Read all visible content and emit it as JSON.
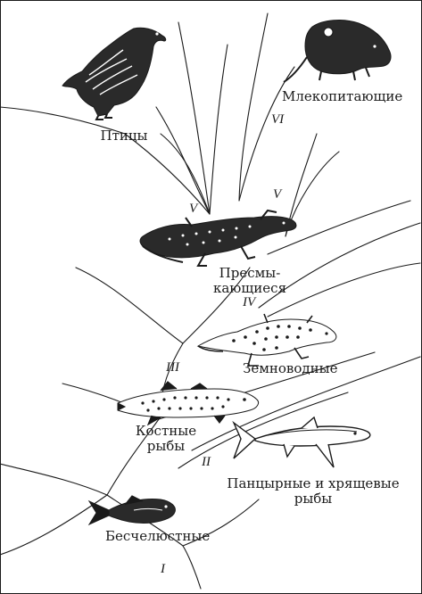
{
  "groups": {
    "birds": "Птицы",
    "mammals": "Млекопитающие",
    "reptiles_line1": "Пресмы-",
    "reptiles_line2": "кающиеся",
    "amphibians": "Земноводные",
    "bony_fish_line1": "Костные",
    "bony_fish_line2": "рыбы",
    "armored_fish_line1": "Панцырные и хрящевые",
    "armored_fish_line2": "рыбы",
    "jawless": "Бесчелюстные"
  },
  "eras": {
    "i": "I",
    "ii": "II",
    "iii": "III",
    "iv": "IV",
    "v_left": "V",
    "v_right": "V",
    "vi": "VI"
  },
  "icons": [
    "eagle-icon",
    "shrew-icon",
    "lizard-icon",
    "salamander-icon",
    "bony-fish-icon",
    "shark-icon",
    "jawless-fish-icon"
  ],
  "colors": {
    "ink": "#1a1a1a",
    "background": "#ffffff"
  }
}
